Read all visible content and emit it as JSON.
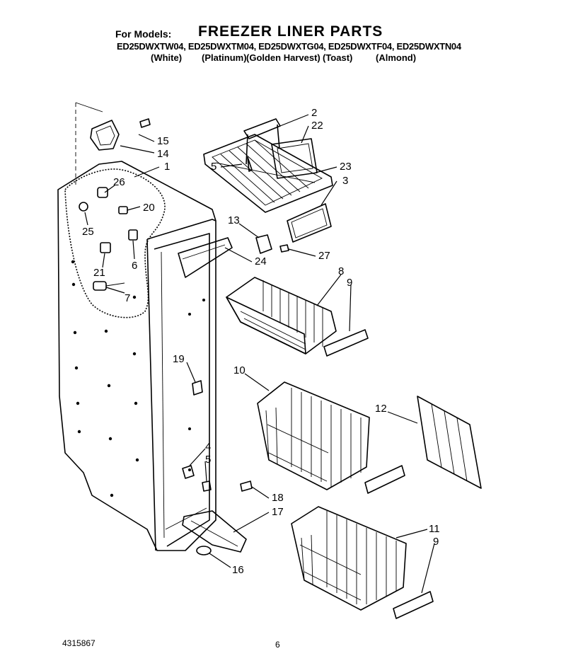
{
  "header": {
    "for_models_label": "For Models:",
    "title": "FREEZER LINER PARTS",
    "models": "ED25DWXTW04, ED25DWXTM04, ED25DWXTG04, ED25DWXTF04, ED25DWXTN04",
    "colors": [
      "(White)",
      "(Platinum)",
      "(Golden Harvest)",
      "(Toast)",
      "(Almond)"
    ]
  },
  "callouts": {
    "c1": "1",
    "c2": "2",
    "c3": "3",
    "c4": "4",
    "c5a": "5",
    "c5b": "5",
    "c6": "6",
    "c7": "7",
    "c8": "8",
    "c9a": "9",
    "c9b": "9",
    "c10": "10",
    "c11": "11",
    "c12": "12",
    "c13": "13",
    "c14": "14",
    "c15": "15",
    "c16": "16",
    "c17": "17",
    "c18": "18",
    "c19": "19",
    "c20": "20",
    "c21": "21",
    "c22": "22",
    "c23": "23",
    "c24": "24",
    "c25": "25",
    "c26": "26",
    "c27": "27"
  },
  "footer": {
    "doc_number": "4315867",
    "page_number": "6"
  }
}
